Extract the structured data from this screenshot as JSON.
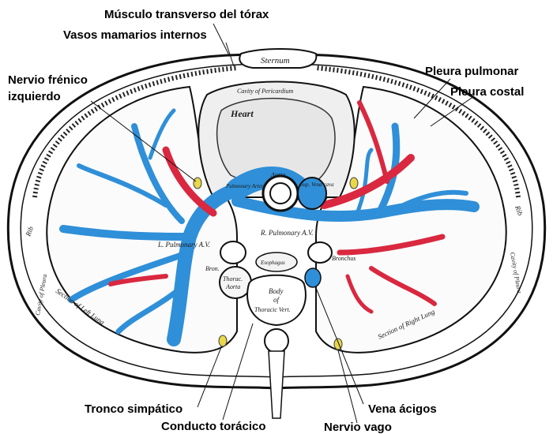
{
  "colors": {
    "artery_blue": "#2f8fd8",
    "vein_red": "#d9283f",
    "nerve_yellow": "#e8d84a",
    "line": "#111111",
    "paper": "#ffffff"
  },
  "labels": {
    "musculo_transverso": "Músculo transverso del tórax",
    "vasos_mamarios": "Vasos mamarios internos",
    "nervio_frenico_1": "Nervio frénico",
    "nervio_frenico_2": "izquierdo",
    "pleura_pulmonar": "Pleura pulmonar",
    "pleura_costal": "Pleura costal",
    "tronco_simpatico": "Tronco simpático",
    "conducto_toracico": "Conducto torácico",
    "vena_acigos": "Vena ácigos",
    "nervio_vago": "Nervio vago"
  },
  "engraving": {
    "sternum": "Sternum",
    "heart": "Heart",
    "cavity_pericardium": "Cavity of Pericardium",
    "aorta": "Aorta",
    "pulmonary_artery": "Pulmonary Artery",
    "sup_vena_cava": "Sup. Vena cava",
    "l_pulmonary_av": "L. Pulmonary A.V.",
    "r_pulmonary_av": "R. Pulmonary A.V.",
    "bronchus_left": "Bron.",
    "bronchus_right": "Bronchus",
    "esophagus": "Esophagus",
    "thoracic_aorta_1": "Thorac.",
    "thoracic_aorta_2": "Aorta",
    "body_1": "Body",
    "body_2": "of",
    "body_3": "Thoracic Vert.",
    "section_left_lung": "Section of Left Lung",
    "section_right_lung": "Section of Right Lung",
    "rib_left": "Rib",
    "rib_right": "Rib",
    "cavity_pleura_left": "Cavity of Pleura",
    "cavity_pleura_right": "Cavity of Pleura"
  }
}
